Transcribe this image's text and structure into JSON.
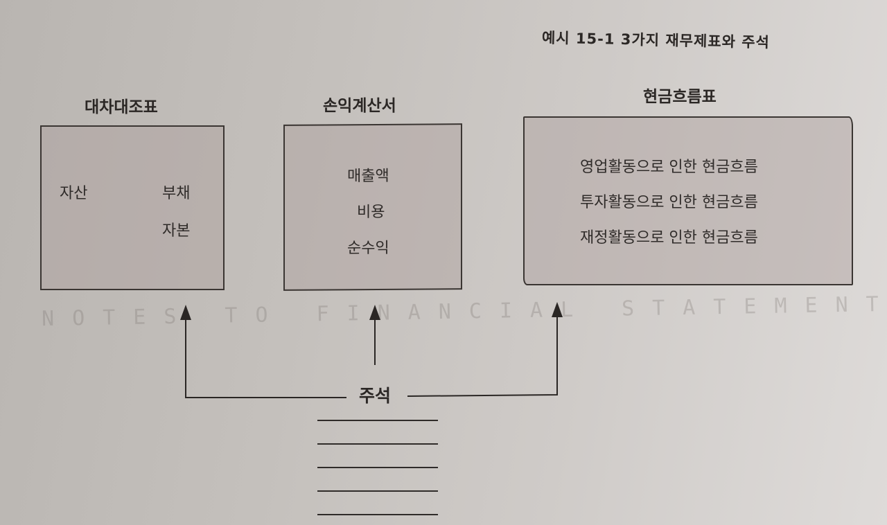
{
  "figure_title": "예시 15-1 3가지 재무제표와 주석",
  "background_text": "NOTES TO FINANCIAL STATEMENTS",
  "balance_sheet": {
    "title": "대차대조표",
    "assets": "자산",
    "liabilities": "부채",
    "equity": "자본"
  },
  "income_statement": {
    "title": "손익계산서",
    "items": [
      "매출액",
      "비용",
      "순수익"
    ]
  },
  "cash_flow_statement": {
    "title": "현금흐름표",
    "items": [
      "영업활동으로 인한 현금흐름",
      "투자활동으로 인한 현금흐름",
      "재정활동으로 인한 현금흐름"
    ]
  },
  "notes": {
    "label": "주석"
  }
}
